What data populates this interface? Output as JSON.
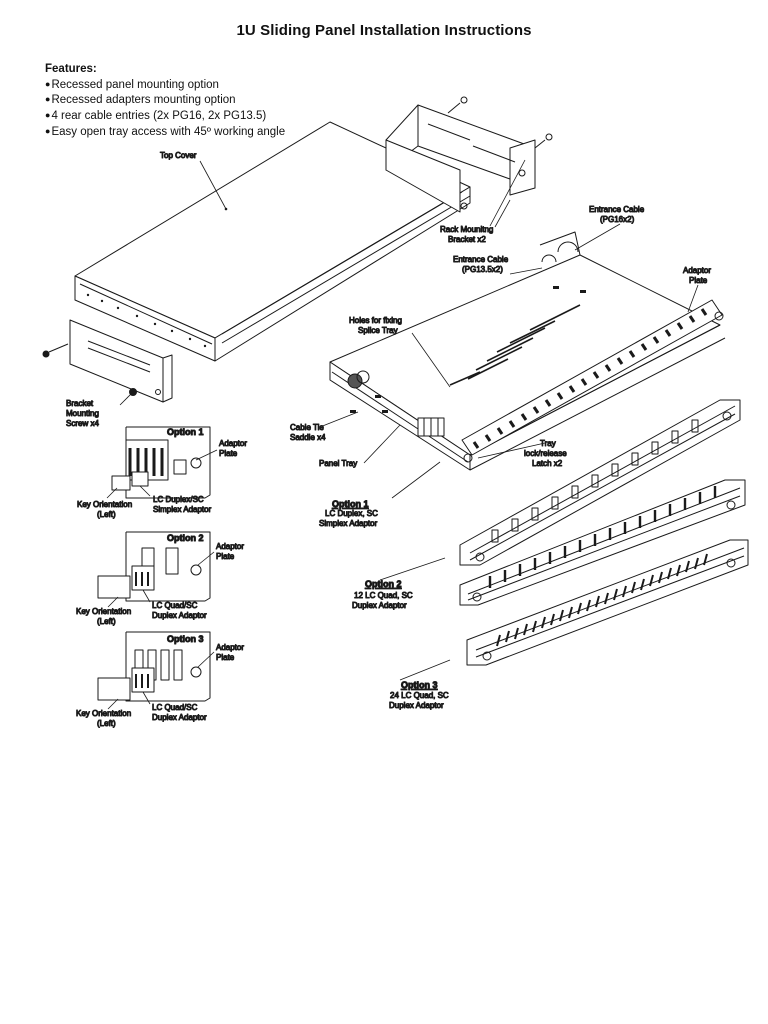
{
  "title": "1U Sliding Panel Installation Instructions",
  "features": {
    "heading": "Features:",
    "items": [
      "Recessed panel mounting option",
      "Recessed adapters mounting option",
      "4 rear cable entries (2x PG16, 2x PG13.5)",
      "Easy open tray access with 45º working angle"
    ]
  },
  "labels": {
    "top_cover": "Top Cover",
    "rack_bracket": [
      "Rack Mounitng",
      "Bracket x2"
    ],
    "entrance_pg16": [
      "Entrance Cable",
      "(PG16x2)"
    ],
    "entrance_pg13": [
      "Entrance Cable",
      "(PG13.5x2)"
    ],
    "adaptor_plate_main": [
      "Adaptor",
      "Plate"
    ],
    "holes_splice": [
      "Holes for fixing",
      "Splice Tray"
    ],
    "bracket_screw": [
      "Bracket",
      "Mounting",
      "Screw x4"
    ],
    "cable_tie": [
      "Cable Tie",
      "Saddle x4"
    ],
    "panel_tray": "Panel Tray",
    "tray_latch": [
      "Tray",
      "lock/release",
      "Latch x2"
    ]
  },
  "options": [
    {
      "name": "Option 1",
      "desc": [
        "LC Duplex, SC",
        "Simplex Adaptor"
      ],
      "detail": {
        "plate": [
          "Adaptor",
          "Plate"
        ],
        "key": [
          "Key Orientation",
          "(Left)"
        ],
        "adaptor": [
          "LC Duplex/SC",
          "Simplex Adaptor"
        ]
      }
    },
    {
      "name": "Option 2",
      "desc": [
        "12 LC Quad, SC",
        "Duplex Adaptor"
      ],
      "detail": {
        "plate": [
          "Adaptor",
          "Plate"
        ],
        "key": [
          "Key Orientation",
          "(Left)"
        ],
        "adaptor": [
          "LC Quad/SC",
          "Duplex Adaptor"
        ]
      }
    },
    {
      "name": "Option 3",
      "desc": [
        "24 LC Quad, SC",
        "Duplex Adaptor"
      ],
      "detail": {
        "plate": [
          "Adaptor",
          "Plate"
        ],
        "key": [
          "Key Orientation",
          "(Left)"
        ],
        "adaptor": [
          "LC Quad/SC",
          "Duplex Adaptor"
        ]
      }
    }
  ]
}
